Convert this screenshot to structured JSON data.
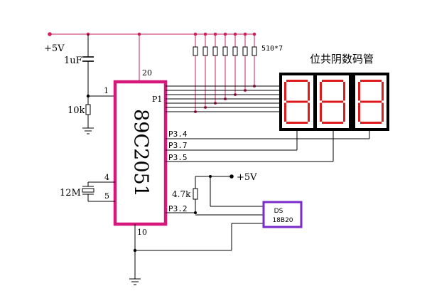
{
  "supply_top": "+5V",
  "supply_right": "+5V",
  "capacitor": "1uF",
  "resistor_10k": "10k",
  "crystal": "12M",
  "pullup": "4.7k",
  "resistor_array": "510*7",
  "display_title": "位共阴数码管",
  "mcu": {
    "name": "89C2051",
    "pins": {
      "vcc": "20",
      "rst": "1",
      "x2": "4",
      "x1": "5",
      "gnd": "10",
      "p1": "P1",
      "p34": "P3.4",
      "p37": "P3.7",
      "p35": "P3.5",
      "p32": "P3.2"
    }
  },
  "sensor": {
    "line1": "DS",
    "line2": "18B20"
  },
  "colors": {
    "wire": "#000000",
    "rail": "#cc2060",
    "mcu_border": "#d6187a",
    "sensor_border": "#7a2cc8",
    "digit_segment": "#e01a1a",
    "display_body": "#000000"
  }
}
